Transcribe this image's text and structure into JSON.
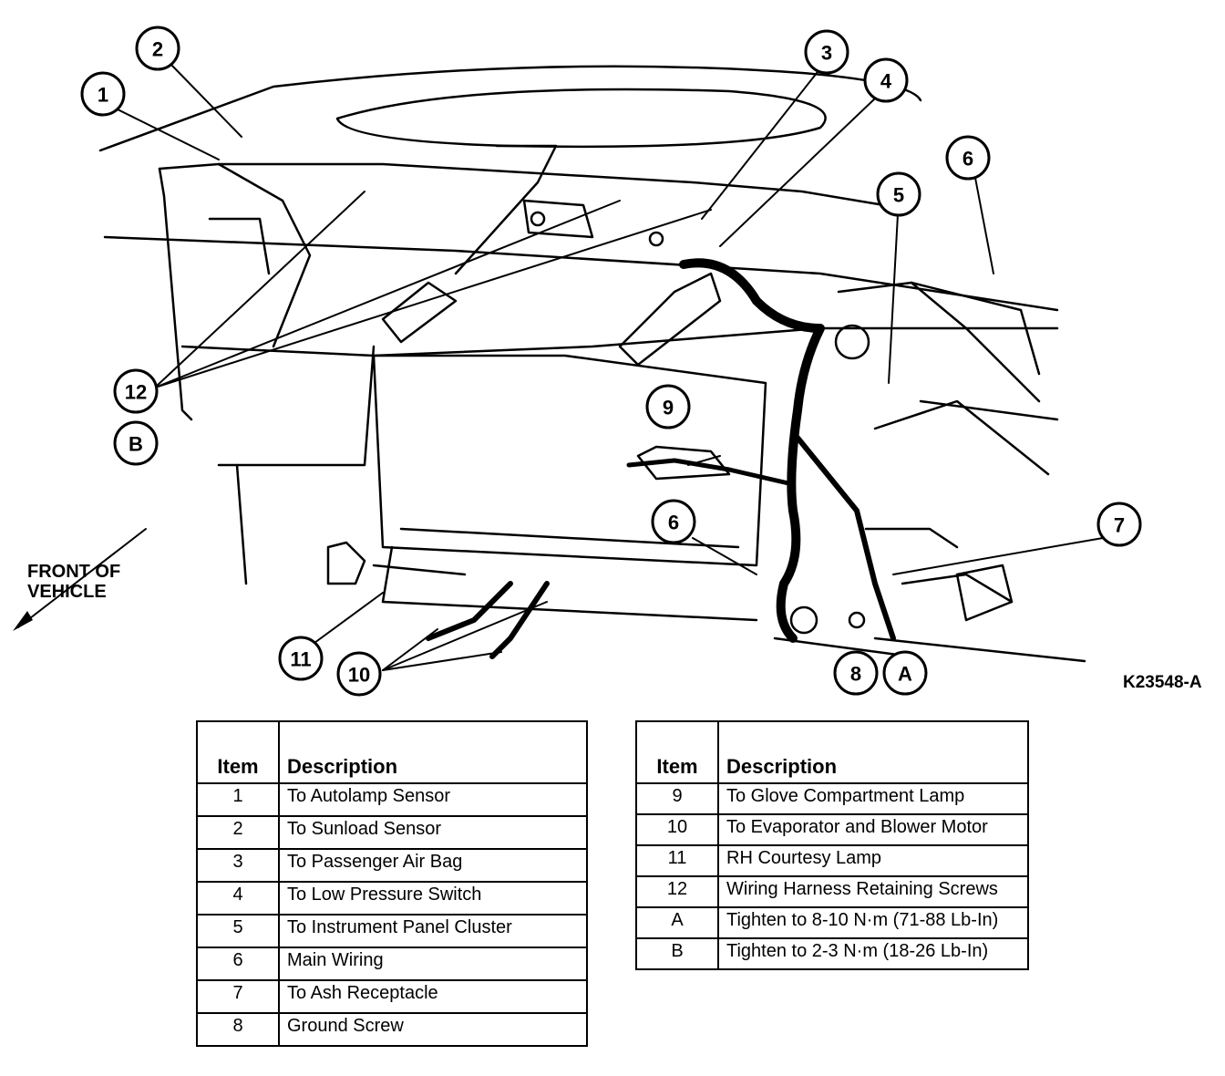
{
  "figure_code": "K23548-A",
  "front_label": [
    "FRONT OF",
    "VEHICLE"
  ],
  "callouts": [
    "1",
    "2",
    "3",
    "4",
    "5",
    "6",
    "6",
    "7",
    "8",
    "9",
    "10",
    "11",
    "12",
    "A",
    "B"
  ],
  "legend_left": {
    "headers": [
      "Item",
      "Description"
    ],
    "rows": [
      {
        "item": "1",
        "desc": "To Autolamp Sensor"
      },
      {
        "item": "2",
        "desc": "To Sunload Sensor"
      },
      {
        "item": "3",
        "desc": "To Passenger Air Bag"
      },
      {
        "item": "4",
        "desc": "To Low Pressure Switch"
      },
      {
        "item": "5",
        "desc": "To Instrument Panel Cluster"
      },
      {
        "item": "6",
        "desc": "Main Wiring"
      },
      {
        "item": "7",
        "desc": "To Ash Receptacle"
      },
      {
        "item": "8",
        "desc": "Ground Screw"
      }
    ]
  },
  "legend_right": {
    "headers": [
      "Item",
      "Description"
    ],
    "rows": [
      {
        "item": "9",
        "desc": "To Glove Compartment Lamp"
      },
      {
        "item": "10",
        "desc": "To Evaporator and Blower Motor"
      },
      {
        "item": "11",
        "desc": "RH Courtesy Lamp"
      },
      {
        "item": "12",
        "desc": "Wiring Harness Retaining Screws"
      },
      {
        "item": "A",
        "desc": "Tighten to 8-10 N·m (71-88 Lb-In)"
      },
      {
        "item": "B",
        "desc": "Tighten to 2-3 N·m (18-26 Lb-In)"
      }
    ]
  }
}
